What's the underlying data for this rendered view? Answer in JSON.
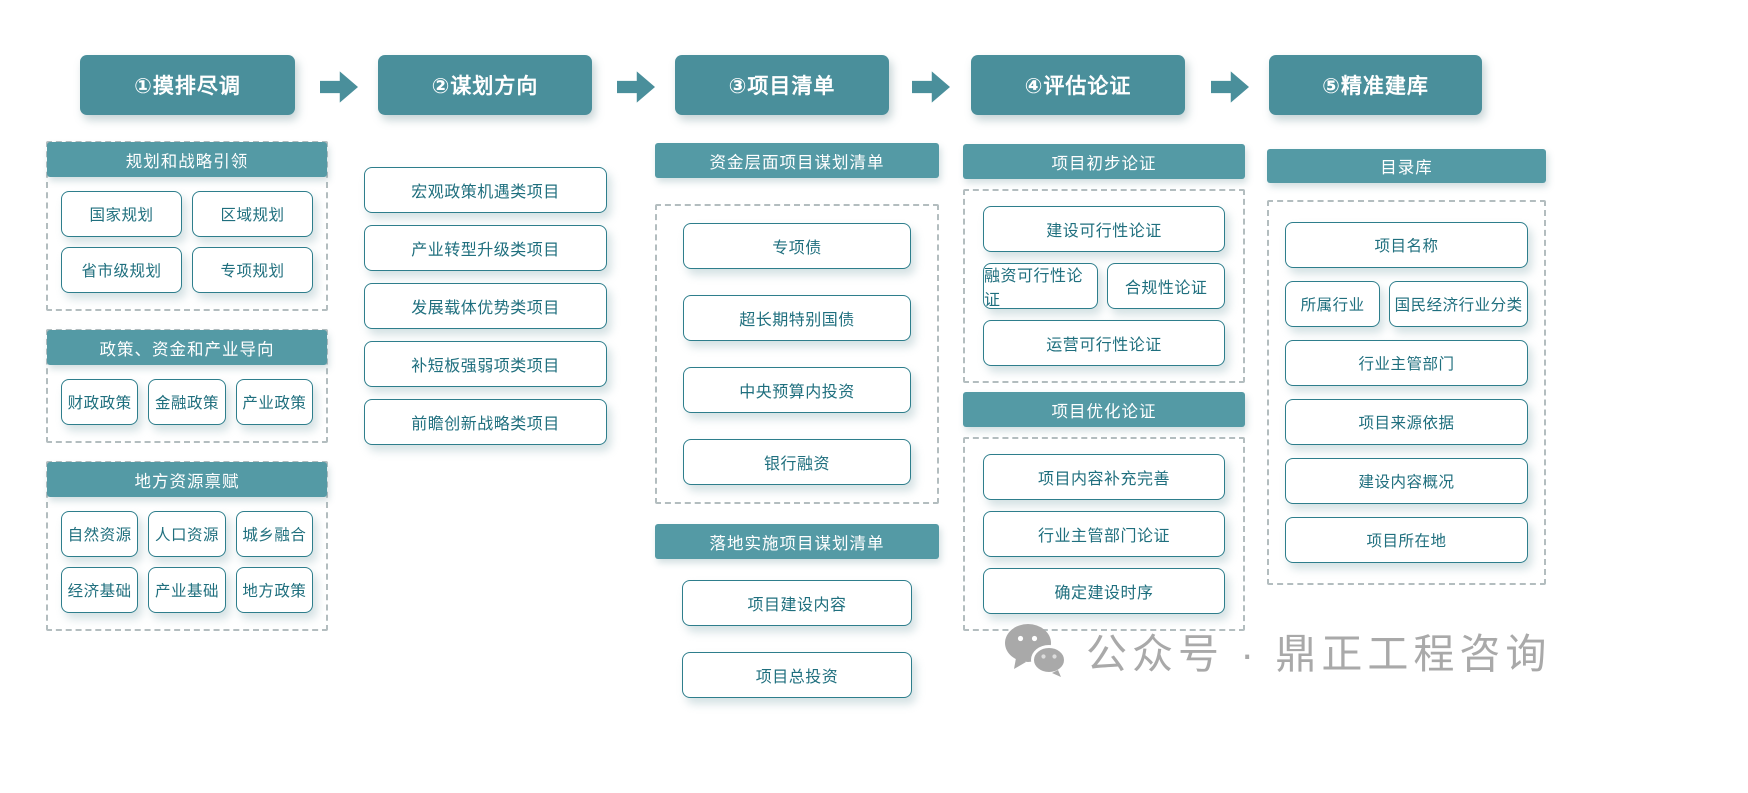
{
  "colors": {
    "stage_teal": "#4a8f9b",
    "bar_teal": "#549aa5",
    "box_border": "#2e7e8c",
    "box_text": "#1f6f7e",
    "watermark_gray": "#a9a9a9"
  },
  "stages": [
    {
      "label": "①摸排尽调"
    },
    {
      "label": "②谋划方向"
    },
    {
      "label": "③项目清单"
    },
    {
      "label": "④评估论证"
    },
    {
      "label": "⑤精准建库"
    }
  ],
  "column1": {
    "groups": [
      {
        "title": "规划和战略引领",
        "items": [
          "国家规划",
          "区域规划",
          "省市级规划",
          "专项规划"
        ]
      },
      {
        "title": "政策、资金和产业导向",
        "items": [
          "财政政策",
          "金融政策",
          "产业政策"
        ]
      },
      {
        "title": "地方资源禀赋",
        "items": [
          "自然资源",
          "人口资源",
          "城乡融合",
          "经济基础",
          "产业基础",
          "地方政策"
        ]
      }
    ]
  },
  "column2": {
    "items": [
      "宏观政策机遇类项目",
      "产业转型升级类项目",
      "发展载体优势类项目",
      "补短板强弱项类项目",
      "前瞻创新战略类项目"
    ]
  },
  "column3": {
    "group1": {
      "title": "资金层面项目谋划清单",
      "items": [
        "专项债",
        "超长期特别国债",
        "中央预算内投资",
        "银行融资"
      ]
    },
    "group2": {
      "title": "落地实施项目谋划清单",
      "items": [
        "项目建设内容",
        "项目总投资"
      ]
    }
  },
  "column4": {
    "group1": {
      "title": "项目初步论证",
      "items": [
        "建设可行性论证",
        "融资可行性论证",
        "合规性论证",
        "运营可行性论证"
      ]
    },
    "group2": {
      "title": "项目优化论证",
      "items": [
        "项目内容补充完善",
        "行业主管部门论证",
        "确定建设时序"
      ]
    }
  },
  "column5": {
    "title": "目录库",
    "items": [
      "项目名称",
      "所属行业",
      "国民经济行业分类",
      "行业主管部门",
      "项目来源依据",
      "建设内容概况",
      "项目所在地"
    ]
  },
  "watermark": {
    "icon": "wechat-icon",
    "text": "公众号 · 鼎正工程咨询"
  }
}
